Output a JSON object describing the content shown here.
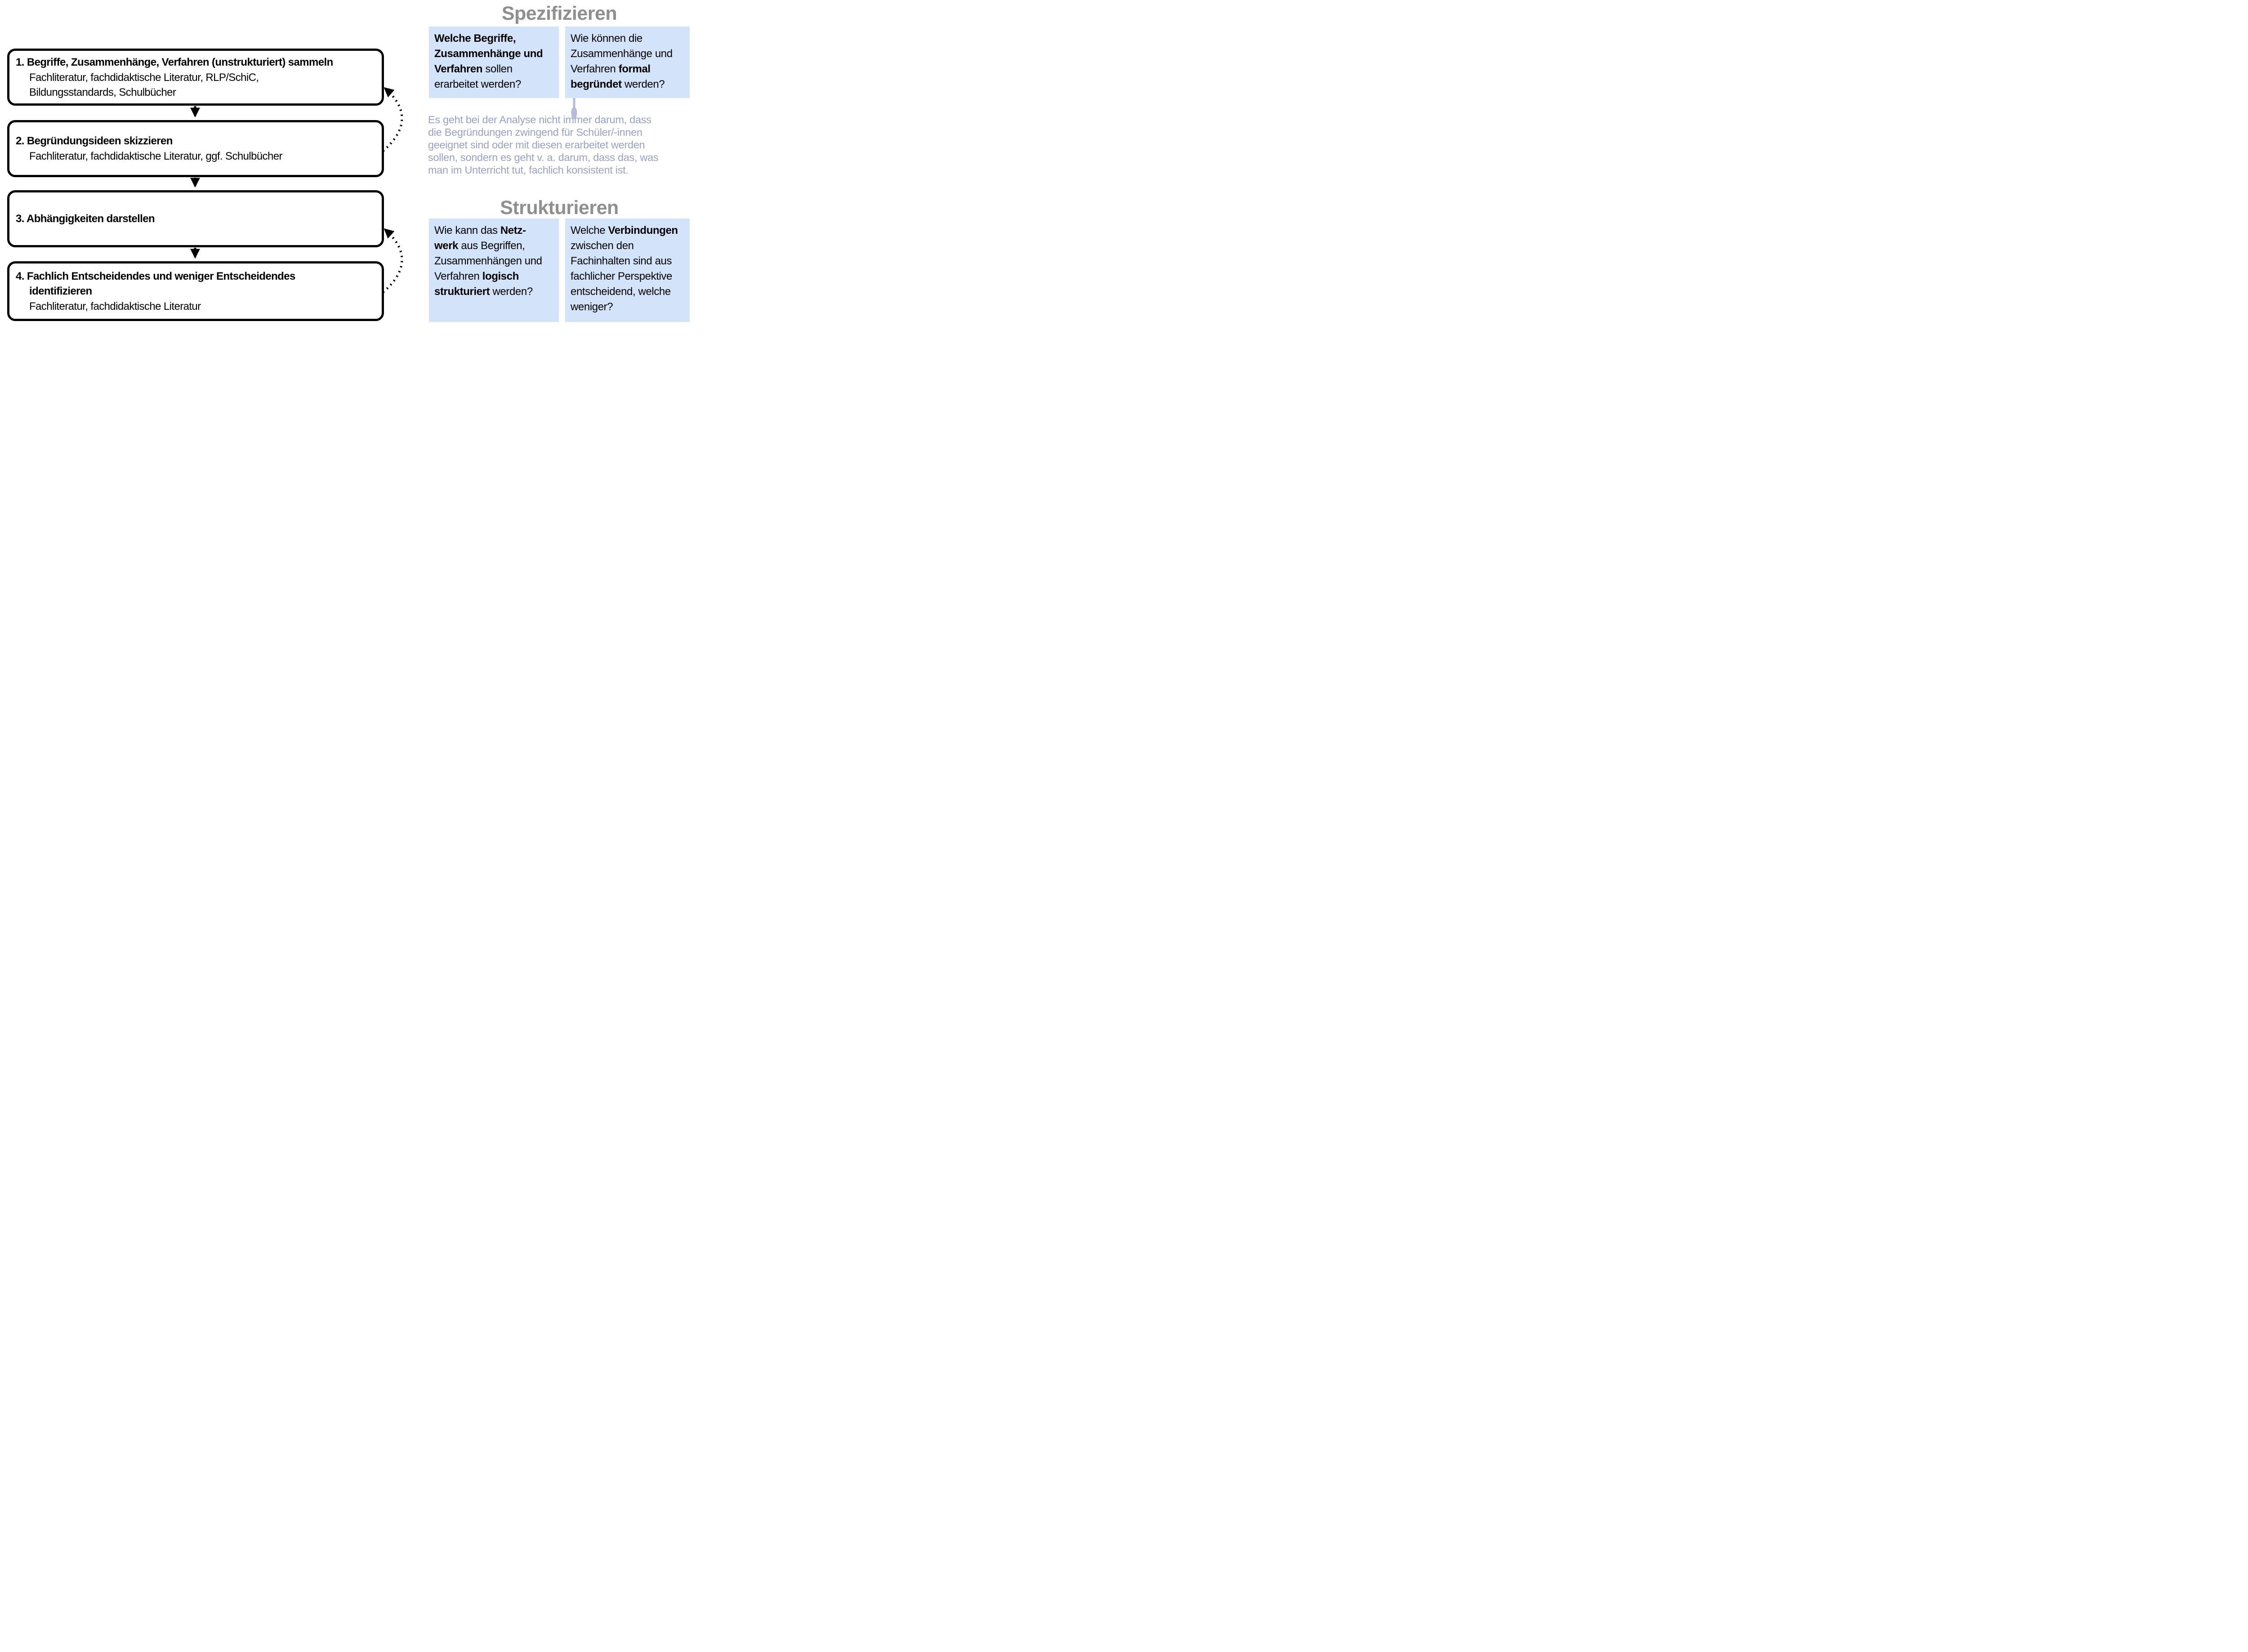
{
  "flowchart": {
    "steps": [
      {
        "num": "1.",
        "title_lines": [
          "Begriffe, Zusammenhänge, Verfahren (unstrukturiert) sammeln"
        ],
        "source_lines": [
          "Fachliteratur, fachdidaktische Literatur, RLP/SchiC,",
          "Bildungsstandards, Schulbücher"
        ]
      },
      {
        "num": "2.",
        "title_lines": [
          "Begründungsideen skizzieren"
        ],
        "source_lines": [
          "Fachliteratur, fachdidaktische Literatur, ggf. Schulbücher"
        ]
      },
      {
        "num": "3.",
        "title_lines": [
          "Abhängigkeiten darstellen"
        ],
        "source_lines": []
      },
      {
        "num": "4.",
        "title_lines": [
          "Fachlich Entscheidendes und weniger Entscheidendes",
          "identifizieren"
        ],
        "source_lines": [
          "Fachliteratur, fachdidaktische Literatur"
        ]
      }
    ]
  },
  "sections": {
    "spezifizieren": {
      "heading": "Spezifizieren",
      "left_card_lines": [
        [
          {
            "t": "Welche Begriffe,",
            "b": true
          }
        ],
        [
          {
            "t": "Zusammenhänge und",
            "b": true
          }
        ],
        [
          {
            "t": "Verfahren",
            "b": true
          },
          {
            "t": " sollen",
            "b": false
          }
        ],
        [
          {
            "t": "erarbeitet werden?",
            "b": false
          }
        ]
      ],
      "right_card_lines": [
        [
          {
            "t": "Wie können die",
            "b": false
          }
        ],
        [
          {
            "t": "Zusammenhänge und",
            "b": false
          }
        ],
        [
          {
            "t": "Verfahren ",
            "b": false
          },
          {
            "t": "formal",
            "b": true
          }
        ],
        [
          {
            "t": "begründet",
            "b": true
          },
          {
            "t": " werden?",
            "b": false
          }
        ]
      ]
    },
    "note": {
      "lines": [
        "Es geht bei der Analyse nicht immer darum, dass",
        "die Begründungen zwingend für Schüler/-innen",
        "geeignet sind oder mit diesen erarbeitet werden",
        "sollen, sondern es geht v. a. darum, dass das, was",
        "man im Unterricht tut, fachlich konsistent ist."
      ]
    },
    "strukturieren": {
      "heading": "Strukturieren",
      "left_card_lines": [
        [
          {
            "t": "Wie kann das ",
            "b": false
          },
          {
            "t": "Netz-",
            "b": true
          }
        ],
        [
          {
            "t": "werk",
            "b": true
          },
          {
            "t": " aus Begriffen,",
            "b": false
          }
        ],
        [
          {
            "t": "Zusammenhängen und",
            "b": false
          }
        ],
        [
          {
            "t": "Verfahren ",
            "b": false
          },
          {
            "t": "logisch",
            "b": true
          }
        ],
        [
          {
            "t": "strukturiert",
            "b": true
          },
          {
            "t": " werden?",
            "b": false
          }
        ]
      ],
      "right_card_lines": [
        [
          {
            "t": "Welche ",
            "b": false
          },
          {
            "t": "Verbindungen",
            "b": true
          }
        ],
        [
          {
            "t": "zwischen den",
            "b": false
          }
        ],
        [
          {
            "t": "Fachinhalten sind aus",
            "b": false
          }
        ],
        [
          {
            "t": "fachlicher Perspektive",
            "b": false
          }
        ],
        [
          {
            "t": "entscheidend, welche",
            "b": false
          }
        ],
        [
          {
            "t": "weniger?",
            "b": false
          }
        ]
      ]
    }
  },
  "colors": {
    "card_blue": "#d3e3fa",
    "heading_gray": "#8f8f8f",
    "note_text": "#9aa1c3",
    "connector_purple": "#b7b9da",
    "ink": "#000000"
  }
}
